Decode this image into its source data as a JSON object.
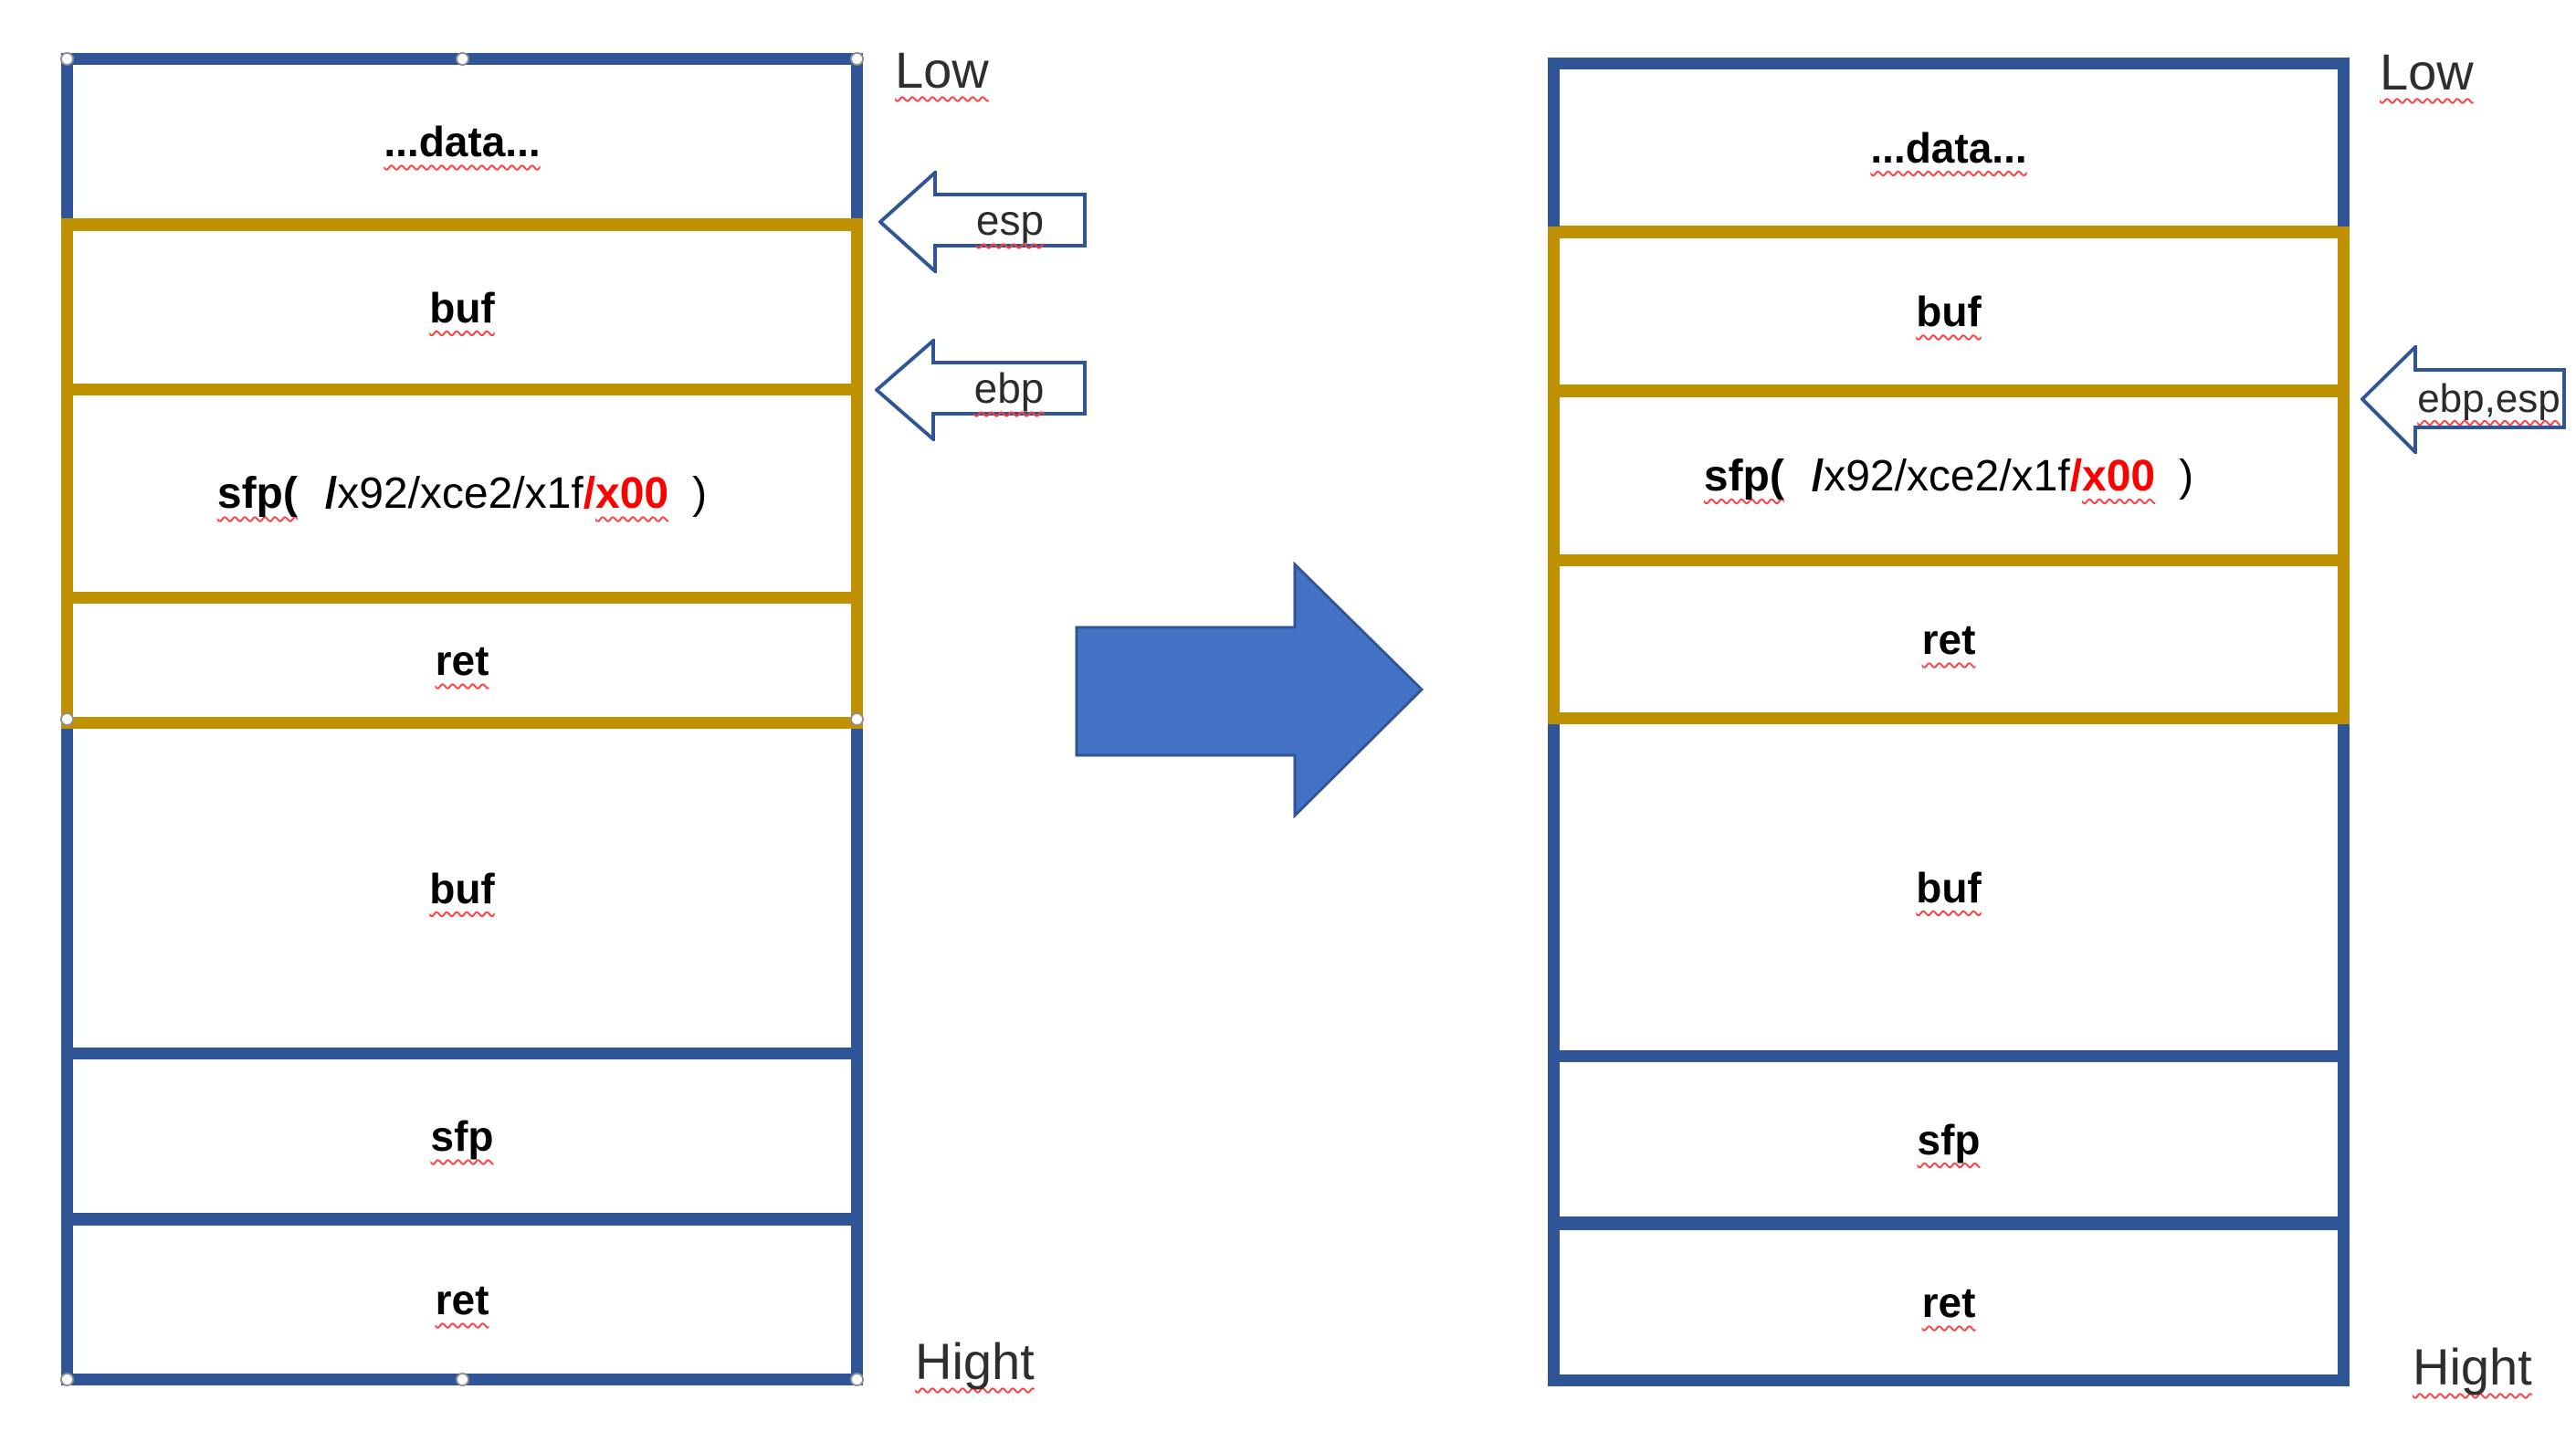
{
  "colors": {
    "stack_border_blue": "#2f5597",
    "overwrite_gold": "#bf9000",
    "big_arrow_fill": "#4472c4",
    "big_arrow_border": "#2f5597",
    "pointer_arrow_border": "#2f5597",
    "pointer_arrow_fill": "#ffffff",
    "null_byte_red": "#ff0000",
    "squiggle_red": "#ff4040"
  },
  "left_diagram": {
    "address_low": "Low",
    "address_high": "Hight",
    "rows": {
      "data": "...data...",
      "buf": "buf",
      "ret": "ret",
      "buf_big": "buf",
      "sfp_plain": "sfp",
      "ret_bottom": "ret"
    },
    "sfp_row": {
      "label": "sfp(",
      "slash": "/",
      "payload": "x92/xce2/x1f",
      "null_slash": "/",
      "null_byte": "x00",
      "close": ")"
    },
    "pointers": {
      "esp": "esp",
      "ebp": "ebp"
    }
  },
  "right_diagram": {
    "address_low": "Low",
    "address_high": "Hight",
    "rows": {
      "data": "...data...",
      "buf": "buf",
      "ret": "ret",
      "buf_big": "buf",
      "sfp_plain": "sfp",
      "ret_bottom": "ret"
    },
    "sfp_row": {
      "label": "sfp(",
      "slash": "/",
      "payload": "x92/xce2/x1f",
      "null_slash": "/",
      "null_byte": "x00",
      "close": ")"
    },
    "pointers": {
      "ebp_esp": "ebp,esp"
    }
  }
}
